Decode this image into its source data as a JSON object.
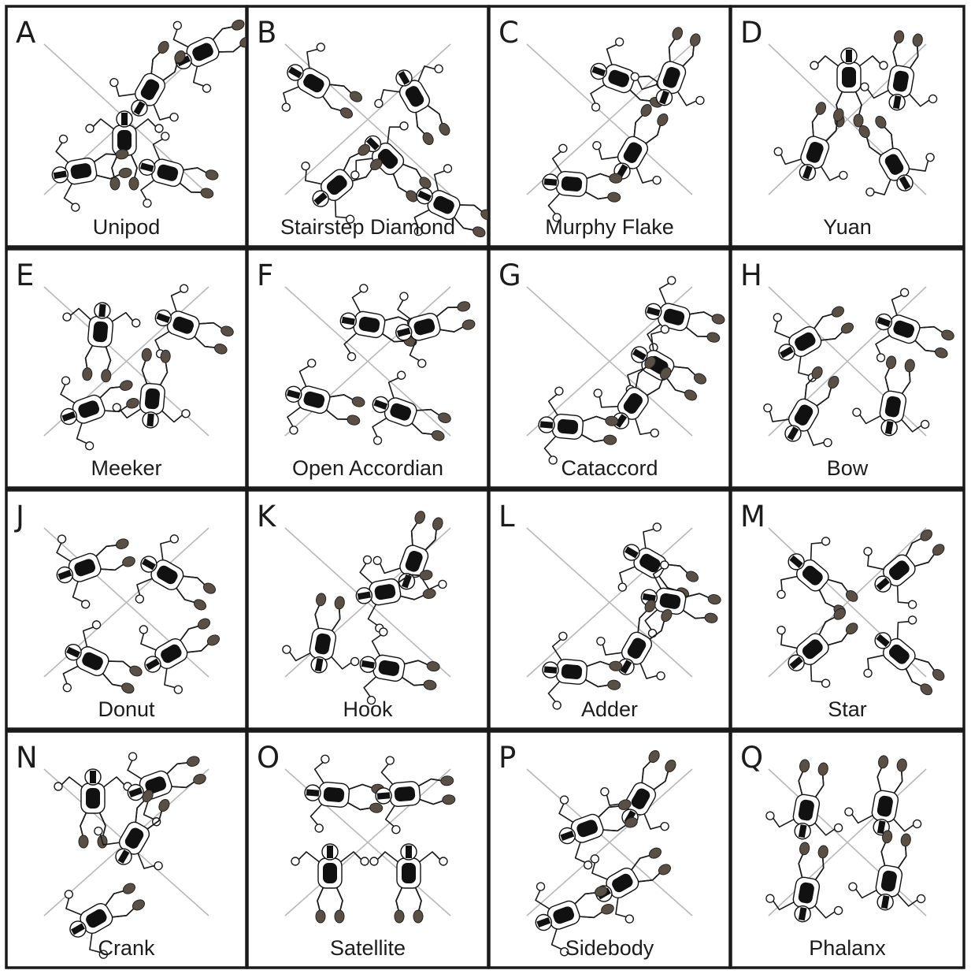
{
  "title": "",
  "colors": {
    "boot": "#5a4f45",
    "ink": "#111111",
    "guide": "#b8b8b8",
    "border": "#1a1a1a"
  },
  "formations": [
    {
      "letter": "A",
      "name": "Unipod"
    },
    {
      "letter": "B",
      "name": "Stairstep Diamond"
    },
    {
      "letter": "C",
      "name": "Murphy Flake"
    },
    {
      "letter": "D",
      "name": "Yuan"
    },
    {
      "letter": "E",
      "name": "Meeker"
    },
    {
      "letter": "F",
      "name": "Open Accordian"
    },
    {
      "letter": "G",
      "name": "Cataccord"
    },
    {
      "letter": "H",
      "name": "Bow"
    },
    {
      "letter": "J",
      "name": "Donut"
    },
    {
      "letter": "K",
      "name": "Hook"
    },
    {
      "letter": "L",
      "name": "Adder"
    },
    {
      "letter": "M",
      "name": "Star"
    },
    {
      "letter": "N",
      "name": "Crank"
    },
    {
      "letter": "O",
      "name": "Satellite"
    },
    {
      "letter": "P",
      "name": "Sidebody"
    },
    {
      "letter": "Q",
      "name": "Phalanx"
    }
  ]
}
